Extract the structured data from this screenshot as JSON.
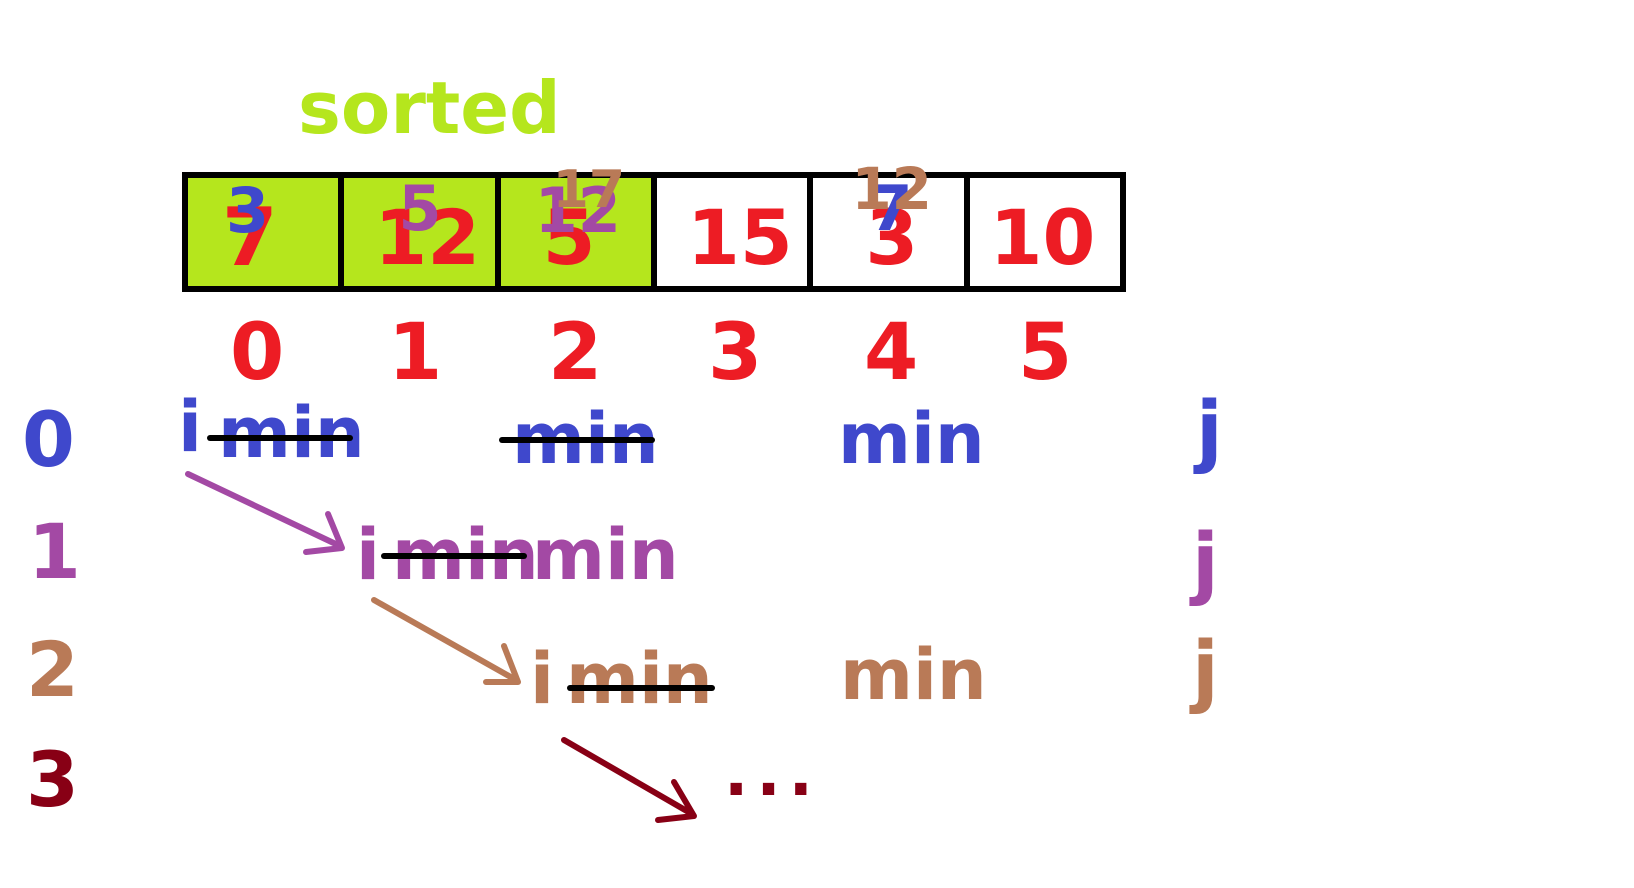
{
  "sorted_label": "sorted",
  "array_cells": [
    {
      "value": "7",
      "overlay": "3",
      "sorted": true
    },
    {
      "value": "12",
      "overlay": "5",
      "sorted": true
    },
    {
      "value": "5",
      "overlay": "12",
      "overlay2": "17",
      "sorted": true
    },
    {
      "value": "15",
      "sorted": false
    },
    {
      "value": "3",
      "overlay": "7",
      "overlay2": "12",
      "sorted": false
    },
    {
      "value": "10",
      "sorted": false
    }
  ],
  "indices": [
    "0",
    "1",
    "2",
    "3",
    "4",
    "5"
  ],
  "iterations": [
    {
      "step": "0",
      "i": "i",
      "min_struck": [
        "min",
        "min"
      ],
      "min_final": "min",
      "j": "j",
      "color": "#3f48cc"
    },
    {
      "step": "1",
      "i": "i",
      "min_struck": [
        "min"
      ],
      "min_final": "min",
      "j": "j",
      "color": "#a349a4"
    },
    {
      "step": "2",
      "i": "i",
      "min_struck": [
        "min"
      ],
      "min_final": "min",
      "j": "j",
      "color": "#b97a57"
    },
    {
      "step": "3",
      "continuation": "...",
      "color": "#880015"
    }
  ],
  "colors": {
    "sorted_fill": "#b5e61d",
    "red": "#ed1c24",
    "blue": "#3f48cc",
    "purple": "#a349a4",
    "tan": "#b97a57",
    "maroon": "#880015"
  }
}
